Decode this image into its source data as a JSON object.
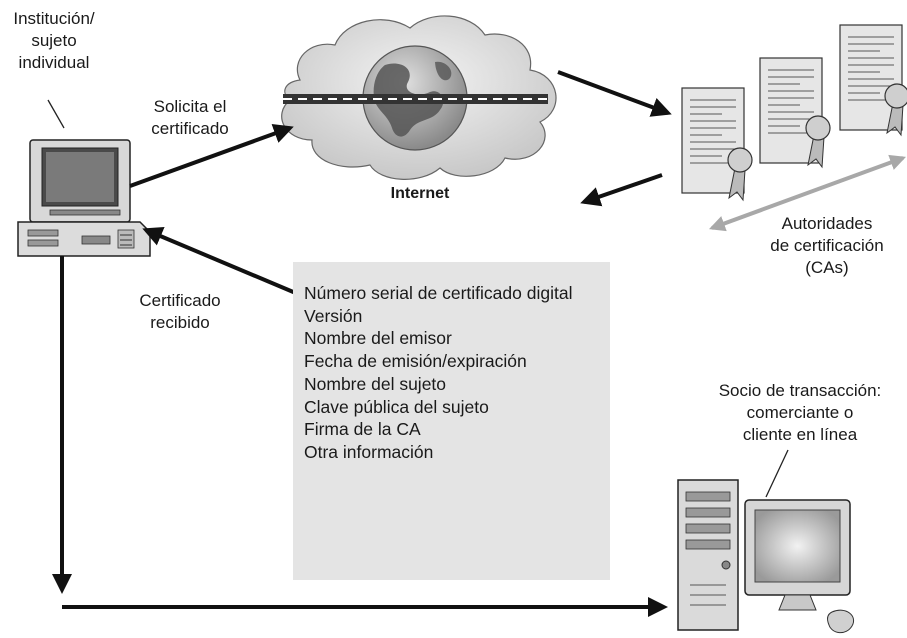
{
  "requester": {
    "label_lines": [
      "Institución/",
      "sujeto",
      "individual"
    ]
  },
  "request_arrow": {
    "label_lines": [
      "Solicita el",
      "certificado"
    ]
  },
  "internet": {
    "label": "Internet"
  },
  "certificate_authorities": {
    "label_lines": [
      "Autoridades",
      "de certificación",
      "(CAs)"
    ]
  },
  "received_arrow": {
    "label_lines": [
      "Certificado",
      "recibido"
    ]
  },
  "certificate_fields": [
    "Número serial de certificado digital",
    "Versión",
    "Nombre del emisor",
    "Fecha de emisión/expiración",
    "Nombre del sujeto",
    "Clave pública del sujeto",
    "Firma de la CA",
    "Otra información"
  ],
  "transaction_partner": {
    "label_lines": [
      "Socio de transacción:",
      "comerciante o",
      "cliente en línea"
    ]
  },
  "colors": {
    "panel_bg": "#e4e4e4",
    "arrow": "#111111",
    "ca_arrow": "#a8a8a8"
  }
}
